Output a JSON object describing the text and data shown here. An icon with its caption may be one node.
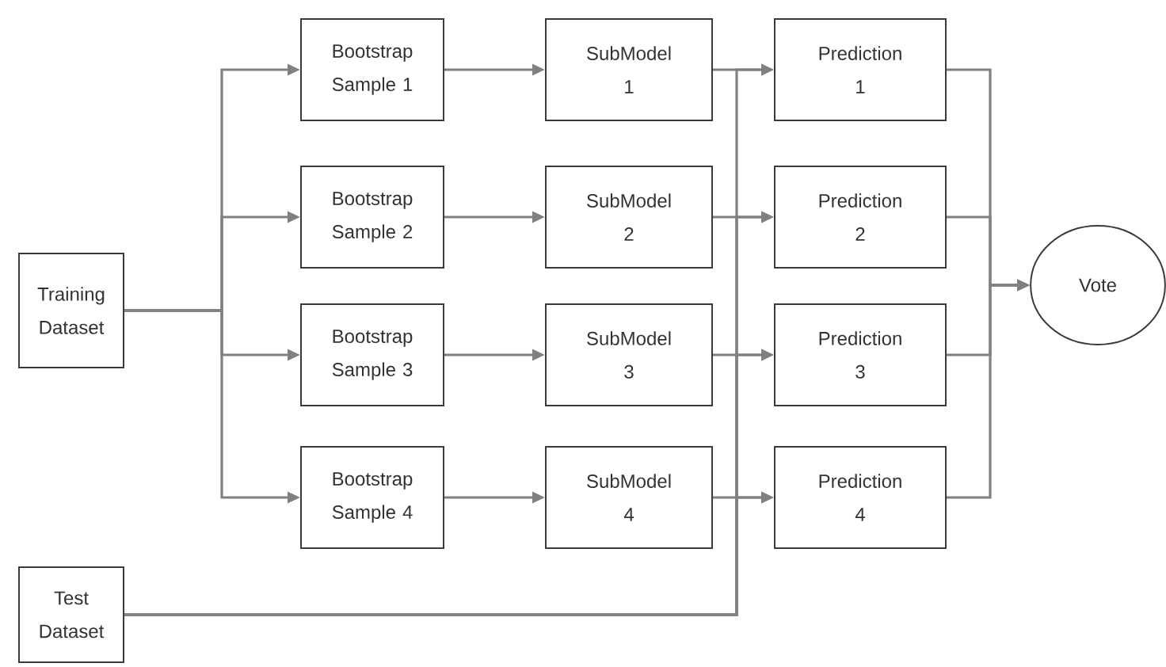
{
  "diagram": {
    "nodes": [
      {
        "text": [
          "Training Dataset"
        ]
      },
      {
        "text": [
          "Test Dataset"
        ]
      },
      {
        "text": [
          "Bootstrap Sample 1"
        ]
      },
      {
        "text": [
          "Bootstrap Sample 2"
        ]
      },
      {
        "text": [
          "Bootstrap Sample 3"
        ]
      },
      {
        "text": [
          "Bootstrap Sample 4"
        ]
      },
      {
        "text": [
          "SubModel 1"
        ]
      },
      {
        "text": [
          "SubModel 2"
        ]
      },
      {
        "text": [
          "SubModel 3"
        ]
      },
      {
        "text": [
          "SubModel 4"
        ]
      },
      {
        "text": [
          "Prediction 1"
        ]
      },
      {
        "text": [
          "Prediction 2"
        ]
      },
      {
        "text": [
          "Prediction 3"
        ]
      },
      {
        "text": [
          "Prediction 4"
        ]
      },
      {
        "text": [
          "Vote"
        ]
      }
    ],
    "edges": [
      {
        "from": 0,
        "to": 2,
        "arrow": "to"
      },
      {
        "from": 0,
        "to": 3,
        "arrow": "to"
      },
      {
        "from": 0,
        "to": 4,
        "arrow": "to"
      },
      {
        "from": 0,
        "to": 5,
        "arrow": "to"
      },
      {
        "from": 2,
        "to": 6,
        "arrow": "to"
      },
      {
        "from": 3,
        "to": 7,
        "arrow": "to"
      },
      {
        "from": 4,
        "to": 8,
        "arrow": "to"
      },
      {
        "from": 5,
        "to": 9,
        "arrow": "to"
      },
      {
        "from": 6,
        "to": 10,
        "arrow": "to"
      },
      {
        "from": 7,
        "to": 11,
        "arrow": "to"
      },
      {
        "from": 8,
        "to": 12,
        "arrow": "to"
      },
      {
        "from": 9,
        "to": 13,
        "arrow": "to"
      },
      {
        "from": 1,
        "to": 10,
        "arrow": "to"
      },
      {
        "from": 1,
        "to": 11,
        "arrow": "to"
      },
      {
        "from": 1,
        "to": 12,
        "arrow": "to"
      },
      {
        "from": 1,
        "to": 13,
        "arrow": "to"
      },
      {
        "from": 10,
        "to": 14,
        "arrow": "to"
      },
      {
        "from": 11,
        "to": 14,
        "arrow": "to"
      },
      {
        "from": 12,
        "to": 14,
        "arrow": "to"
      },
      {
        "from": 13,
        "to": 14,
        "arrow": "to"
      }
    ]
  }
}
